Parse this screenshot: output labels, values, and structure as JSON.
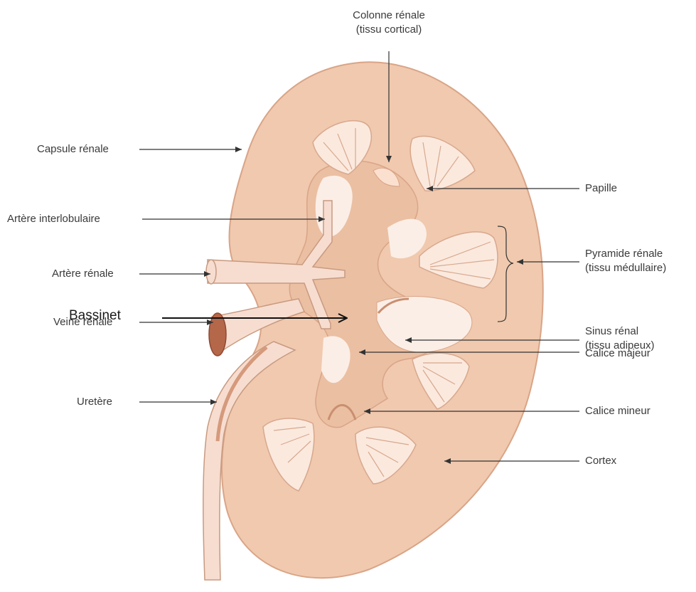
{
  "labels": {
    "colonne_renale": "Colonne rénale",
    "colonne_renale_sub": "(tissu cortical)",
    "capsule_renale": "Capsule rénale",
    "papille": "Papille",
    "artere_interlobulaire": "Artère interlobulaire",
    "pyramide_renale": "Pyramide rénale",
    "pyramide_renale_sub": "(tissu médullaire)",
    "artere_renale": "Artère rénale",
    "bassinet": "Bassinet",
    "veine_renale": "Veine rénale",
    "sinus_renal": "Sinus rénal",
    "sinus_renal_sub": "(tissu adipeux)",
    "calice_majeur": "Calice majeur",
    "uretere": "Uretère",
    "calice_mineur": "Calice mineur",
    "cortex": "Cortex"
  },
  "colors": {
    "cortex": "#f0c9ae",
    "cortex_edge": "#d9a487",
    "pyramid": "#fbe9de",
    "pyramid_stripe": "#d8a88d",
    "pelvis": "#ebbfa2",
    "sinus_fat": "#fbeee6",
    "vessel": "#f7ddd0",
    "vein_lumen": "#b5674a",
    "line": "#333333"
  }
}
